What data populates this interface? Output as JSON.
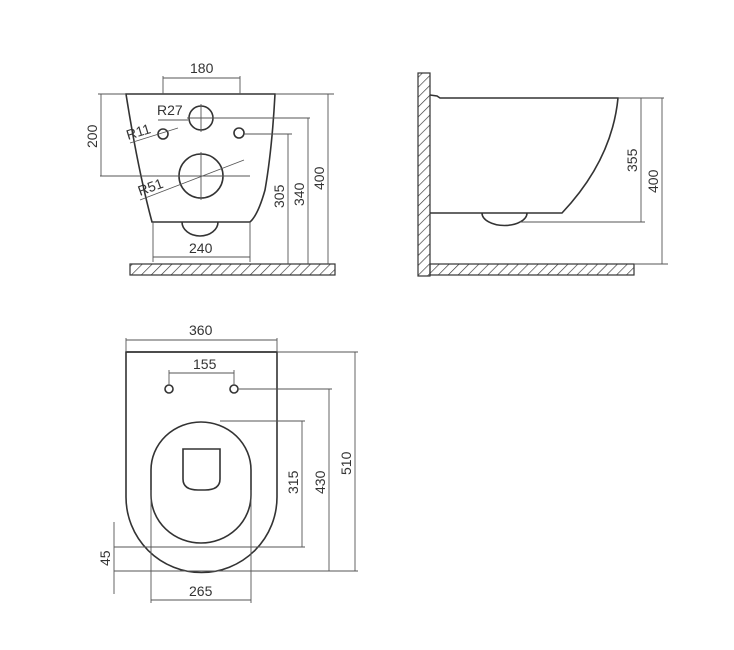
{
  "drawing": {
    "front_view": {
      "dims": {
        "top_width": "180",
        "r_pipe": "R27",
        "r_bolt": "R11",
        "r_outlet": "R51",
        "height_200": "200",
        "bottom_width": "240",
        "h_305": "305",
        "h_340": "340",
        "h_400": "400"
      }
    },
    "side_view": {
      "dims": {
        "depth_355": "355",
        "h_400": "400"
      }
    },
    "top_view": {
      "dims": {
        "width_360": "360",
        "bolt_spacing": "155",
        "seat_315": "315",
        "len_430": "430",
        "len_510": "510",
        "offset_45": "45",
        "seat_width_265": "265"
      }
    }
  }
}
